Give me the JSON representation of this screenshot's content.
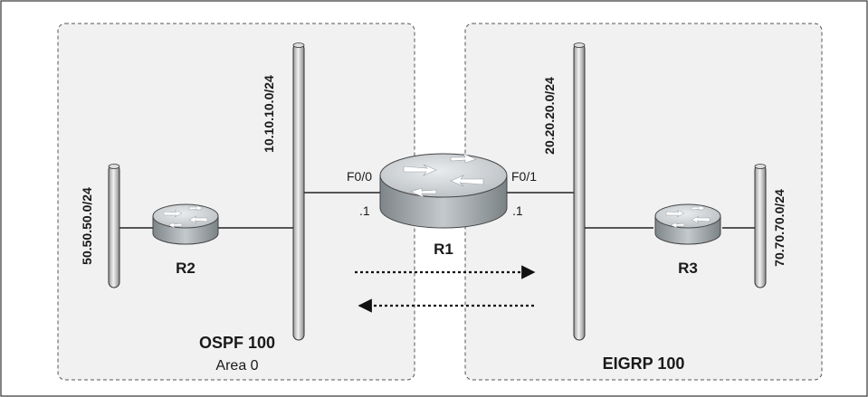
{
  "routers": {
    "r1": {
      "name": "R1",
      "left_interface": "F0/0",
      "right_interface": "F0/1",
      "left_ip": ".1",
      "right_ip": ".1"
    },
    "r2": {
      "name": "R2"
    },
    "r3": {
      "name": "R3"
    }
  },
  "networks": {
    "n10": "10.10.10.0/24",
    "n20": "20.20.20.0/24",
    "n50": "50.50.50.0/24",
    "n70": "70.70.70.0/24"
  },
  "areas": {
    "ospf": {
      "title": "OSPF 100",
      "subtitle": "Area 0"
    },
    "eigrp": {
      "title": "EIGRP 100"
    }
  },
  "colors": {
    "area_fill": "#f1f1f1",
    "area_border": "#555555",
    "frame_border": "#333333",
    "router_top": "#cfd3d6",
    "router_side": "#8e9599",
    "arrow": "#111111"
  }
}
